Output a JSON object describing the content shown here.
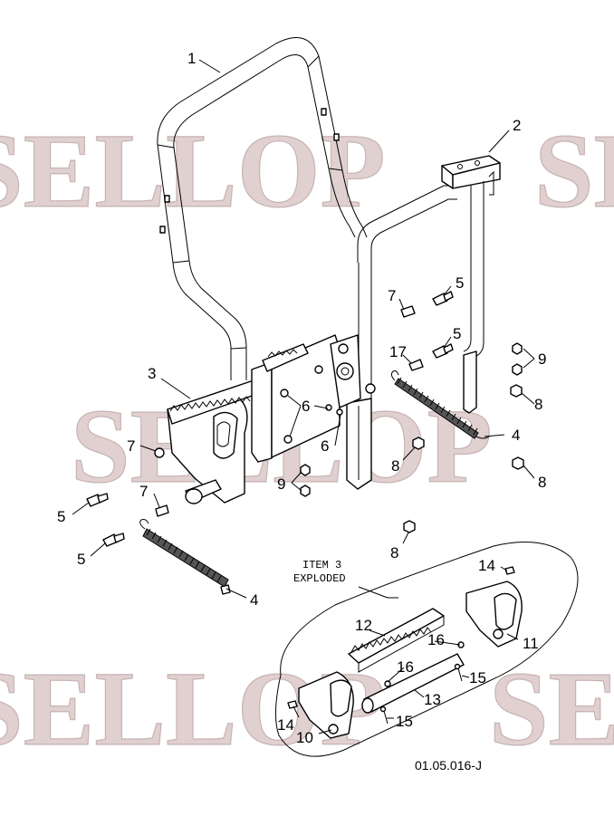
{
  "watermark": {
    "texts": [
      "SELLOP",
      "SELLOP",
      "SELLOP",
      "SELLOP",
      "SELLOP",
      "SELLOP"
    ],
    "color": "#c9a9a9"
  },
  "callouts": [
    {
      "id": "c1",
      "number": "1"
    },
    {
      "id": "c2",
      "number": "2"
    },
    {
      "id": "c3",
      "number": "3"
    },
    {
      "id": "c4a",
      "number": "4"
    },
    {
      "id": "c4b",
      "number": "4"
    },
    {
      "id": "c5a",
      "number": "5"
    },
    {
      "id": "c5b",
      "number": "5"
    },
    {
      "id": "c5c",
      "number": "5"
    },
    {
      "id": "c5d",
      "number": "5"
    },
    {
      "id": "c6a",
      "number": "6"
    },
    {
      "id": "c6b",
      "number": "6"
    },
    {
      "id": "c7a",
      "number": "7"
    },
    {
      "id": "c7b",
      "number": "7"
    },
    {
      "id": "c7c",
      "number": "7"
    },
    {
      "id": "c8a",
      "number": "8"
    },
    {
      "id": "c8b",
      "number": "8"
    },
    {
      "id": "c8c",
      "number": "8"
    },
    {
      "id": "c8d",
      "number": "8"
    },
    {
      "id": "c9a",
      "number": "9"
    },
    {
      "id": "c9b",
      "number": "9"
    },
    {
      "id": "c10",
      "number": "10"
    },
    {
      "id": "c11",
      "number": "11"
    },
    {
      "id": "c12",
      "number": "12"
    },
    {
      "id": "c13",
      "number": "13"
    },
    {
      "id": "c14a",
      "number": "14"
    },
    {
      "id": "c14b",
      "number": "14"
    },
    {
      "id": "c15a",
      "number": "15"
    },
    {
      "id": "c15b",
      "number": "15"
    },
    {
      "id": "c16a",
      "number": "16"
    },
    {
      "id": "c16b",
      "number": "16"
    },
    {
      "id": "c17",
      "number": "17"
    }
  ],
  "exploded_label": {
    "line1": "ITEM 3",
    "line2": "EXPLODED"
  },
  "reference_code": "01.05.016-J"
}
